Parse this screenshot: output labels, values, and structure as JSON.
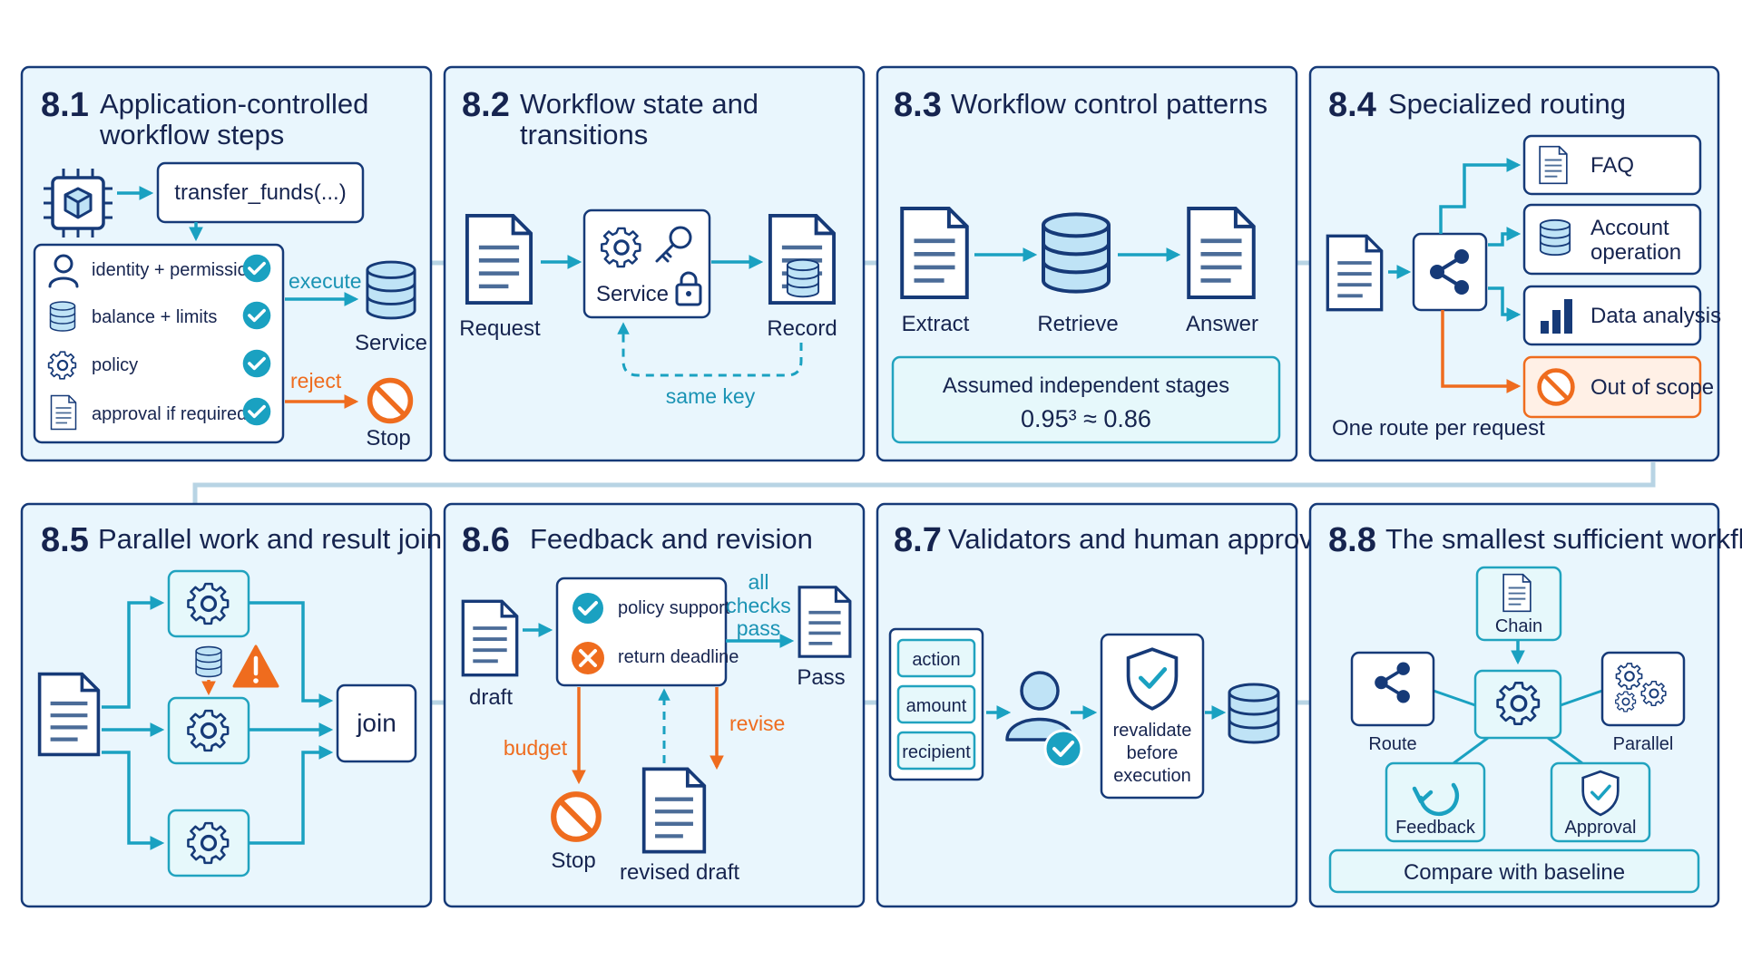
{
  "panels": {
    "p1": {
      "num": "8.1",
      "title_line1": "Application-controlled",
      "title_line2": "workflow steps",
      "tool_call": "transfer_funds(...)",
      "checks": [
        "identity + permissions",
        "balance + limits",
        "policy",
        "approval if required"
      ],
      "execute": "execute",
      "service": "Service",
      "reject": "reject",
      "stop": "Stop"
    },
    "p2": {
      "num": "8.2",
      "title_line1": "Workflow state and",
      "title_line2": "transitions",
      "request": "Request",
      "service": "Service",
      "record": "Record",
      "same_key": "same key"
    },
    "p3": {
      "num": "8.3",
      "title": "Workflow control patterns",
      "extract": "Extract",
      "retrieve": "Retrieve",
      "answer": "Answer",
      "note_line1": "Assumed independent stages",
      "note_line2": "0.95³ ≈ 0.86"
    },
    "p4": {
      "num": "8.4",
      "title": "Specialized routing",
      "faq": "FAQ",
      "account_line1": "Account",
      "account_line2": "operation",
      "data_analysis": "Data analysis",
      "out_of_scope": "Out of scope",
      "caption": "One route per request"
    },
    "p5": {
      "num": "8.5",
      "title": "Parallel work and result joining",
      "join": "join"
    },
    "p6": {
      "num": "8.6",
      "title": "Feedback and revision",
      "draft": "draft",
      "check1": "policy support",
      "check2": "return deadline",
      "all_checks_line1": "all",
      "all_checks_line2": "checks",
      "all_checks_line3": "pass",
      "pass": "Pass",
      "budget": "budget",
      "revise": "revise",
      "stop": "Stop",
      "revised_draft": "revised draft"
    },
    "p7": {
      "num": "8.7",
      "title": "Validators and human approval",
      "fields": [
        "action",
        "amount",
        "recipient"
      ],
      "revalidate_line1": "revalidate",
      "revalidate_line2": "before",
      "revalidate_line3": "execution"
    },
    "p8": {
      "num": "8.8",
      "title": "The smallest sufficient workflow",
      "chain": "Chain",
      "route": "Route",
      "parallel": "Parallel",
      "feedback": "Feedback",
      "approval": "Approval",
      "compare": "Compare with baseline"
    }
  },
  "icons": [
    "chip-icon",
    "document-icon",
    "database-icon",
    "gear-icon",
    "key-icon",
    "lock-icon",
    "share-icon",
    "bar-chart-icon",
    "ban-icon",
    "warning-icon",
    "user-check-icon",
    "shield-check-icon",
    "refresh-icon",
    "check-icon",
    "x-icon"
  ],
  "colors": {
    "navy": "#163a78",
    "teal": "#1aa1c1",
    "orange": "#ef6c1e",
    "panel": "#e9f6fd",
    "database": "#bfe3f6"
  }
}
